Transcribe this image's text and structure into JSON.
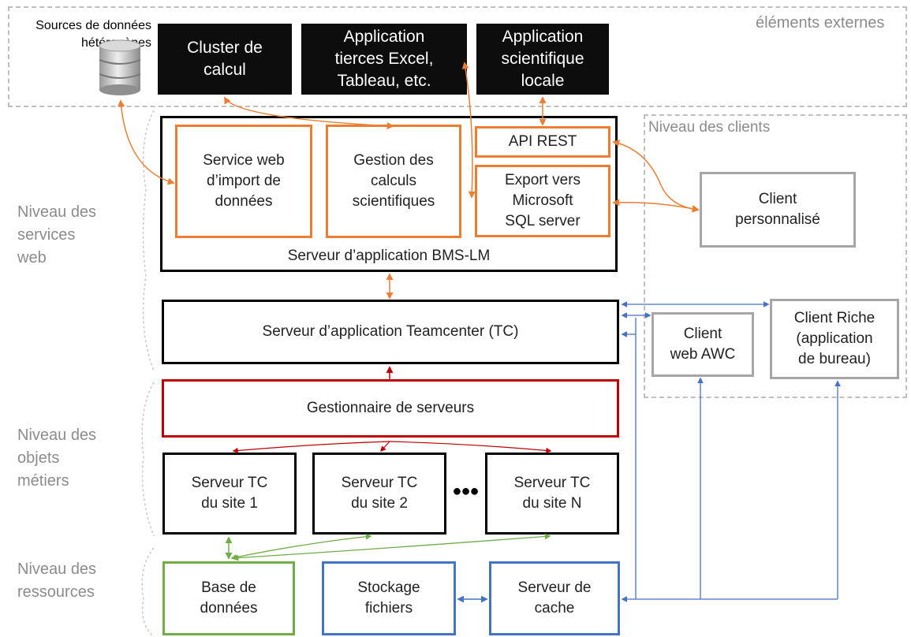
{
  "external": {
    "label": "éléments externes",
    "sources_label": "Sources de données\nhétérogènes",
    "cluster": "Cluster de\ncalcul",
    "apps_third_party": "Application\ntierces Excel,\nTableau, etc.",
    "app_local": "Application\nscientifique\nlocale"
  },
  "clients_level": {
    "label": "Niveau des clients",
    "custom_client": "Client\npersonnalisé",
    "web_client": "Client\nweb AWC",
    "rich_client": "Client  Riche\n(application\nde bureau)"
  },
  "levels": {
    "web_services": "Niveau des\nservices\nweb",
    "business_objects": "Niveau des\nobjets\nmétiers",
    "resources": "Niveau des\nressources"
  },
  "bms_server": {
    "label": "Serveur d’application BMS-LM",
    "import_service": "Service web\nd’import de\ndonnées",
    "calc_management": "Gestion des\ncalculs\nscientifiques",
    "api_rest": "API REST",
    "export_sql": "Export vers\nMicrosoft\nSQL server"
  },
  "tc_server": "Serveur d’application Teamcenter (TC)",
  "server_manager": "Gestionnaire de serveurs",
  "site_servers": {
    "site1": "Serveur TC\ndu site 1",
    "site2": "Serveur TC\ndu site 2",
    "ellipsis": "●●●",
    "siteN": "Serveur TC\ndu site N"
  },
  "resources": {
    "database": "Base de\ndonnées",
    "file_storage": "Stockage\nfichiers",
    "cache_server": "Serveur de\ncache"
  },
  "colors": {
    "orange": "#ed7d31",
    "red": "#c00000",
    "green": "#70ad47",
    "blue": "#4472c4",
    "gray": "#a6a6a6"
  }
}
